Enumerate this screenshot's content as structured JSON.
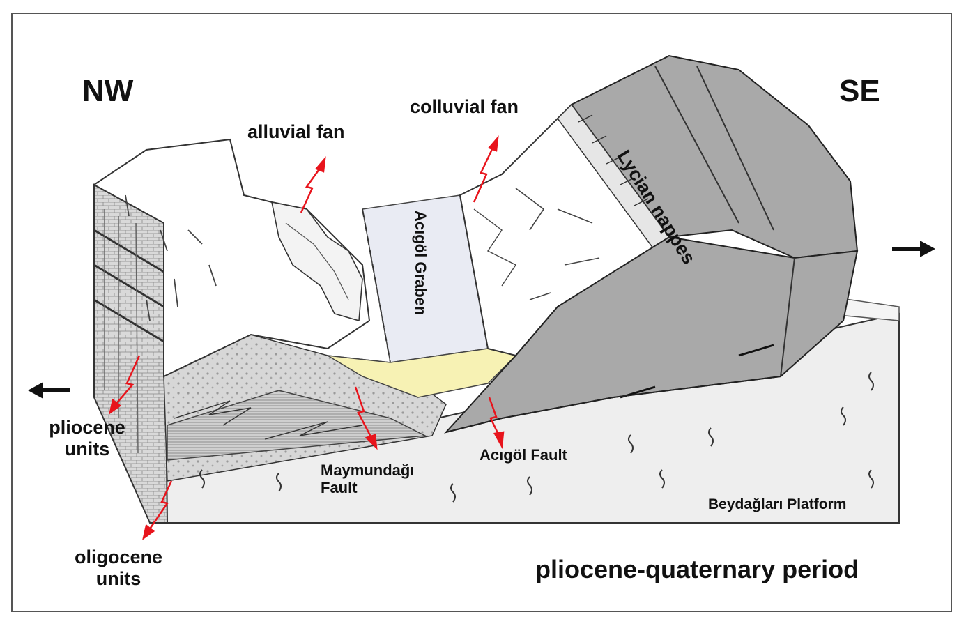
{
  "direction_left": "NW",
  "direction_right": "SE",
  "labels": {
    "alluvial_fan": "alluvial fan",
    "colluvial_fan": "colluvial fan",
    "lycian_nappes": "Lycian nappes",
    "graben": "Acıgöl Graben",
    "pliocene_units_1": "pliocene",
    "pliocene_units_2": "units",
    "oligocene_units_1": "oligocene",
    "oligocene_units_2": "units",
    "maymundagi_fault_1": "Maymundağı",
    "maymundagi_fault_2": "Fault",
    "acigol_fault": "Acıgöl Fault",
    "platform": "Beydağları Platform",
    "period": "pliocene-quaternary period"
  },
  "colors": {
    "fault_arrow": "#e8141c",
    "graben_fill": "#e9ebf3",
    "sediment_fill": "#f7f2b4",
    "nappes_fill": "#a9a9a9",
    "platform_fill": "#efefef",
    "ink": "#222222"
  },
  "icons": [
    "extension-arrow-left-icon",
    "extension-arrow-right-icon"
  ]
}
